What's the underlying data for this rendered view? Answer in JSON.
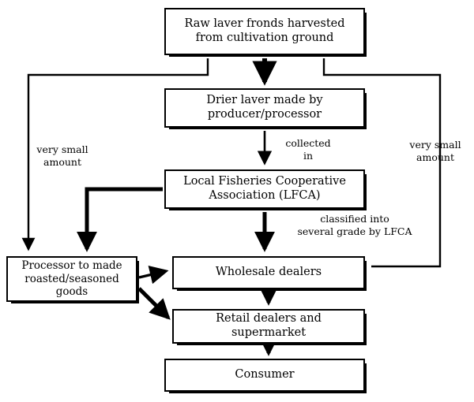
{
  "diagram": {
    "title": "Laver distribution flow",
    "ink_color": "#000000",
    "background": "#ffffff",
    "nodes": [
      {
        "id": "raw",
        "label": "Raw laver fronds harvested\nfrom cultivation ground"
      },
      {
        "id": "drier",
        "label": "Drier laver made by\nproducer/processor"
      },
      {
        "id": "lfca",
        "label": "Local Fisheries Cooperative\nAssociation (LFCA)"
      },
      {
        "id": "processor",
        "label": "Processor to made\nroasted/seasoned\ngoods"
      },
      {
        "id": "wholesale",
        "label": "Wholesale dealers"
      },
      {
        "id": "retail",
        "label": "Retail dealers and\nsupermarket"
      },
      {
        "id": "consumer",
        "label": "Consumer"
      }
    ],
    "edge_labels": {
      "very_small_amount_left": "very small\namount",
      "very_small_amount_right": "very small\namount",
      "collected_in": "collected\nin",
      "classified": "classified into\nseveral grade by LFCA"
    },
    "edges": [
      {
        "from": "raw",
        "to": "drier",
        "label": ""
      },
      {
        "from": "raw",
        "to": "processor",
        "label": "very small amount"
      },
      {
        "from": "raw",
        "to": "wholesale",
        "label": "very small amount"
      },
      {
        "from": "drier",
        "to": "lfca",
        "label": "collected in"
      },
      {
        "from": "lfca",
        "to": "processor",
        "label": ""
      },
      {
        "from": "lfca",
        "to": "wholesale",
        "label": "classified into several grade by LFCA"
      },
      {
        "from": "processor",
        "to": "wholesale",
        "label": ""
      },
      {
        "from": "processor",
        "to": "retail",
        "label": ""
      },
      {
        "from": "wholesale",
        "to": "retail",
        "label": ""
      },
      {
        "from": "retail",
        "to": "consumer",
        "label": ""
      }
    ]
  }
}
